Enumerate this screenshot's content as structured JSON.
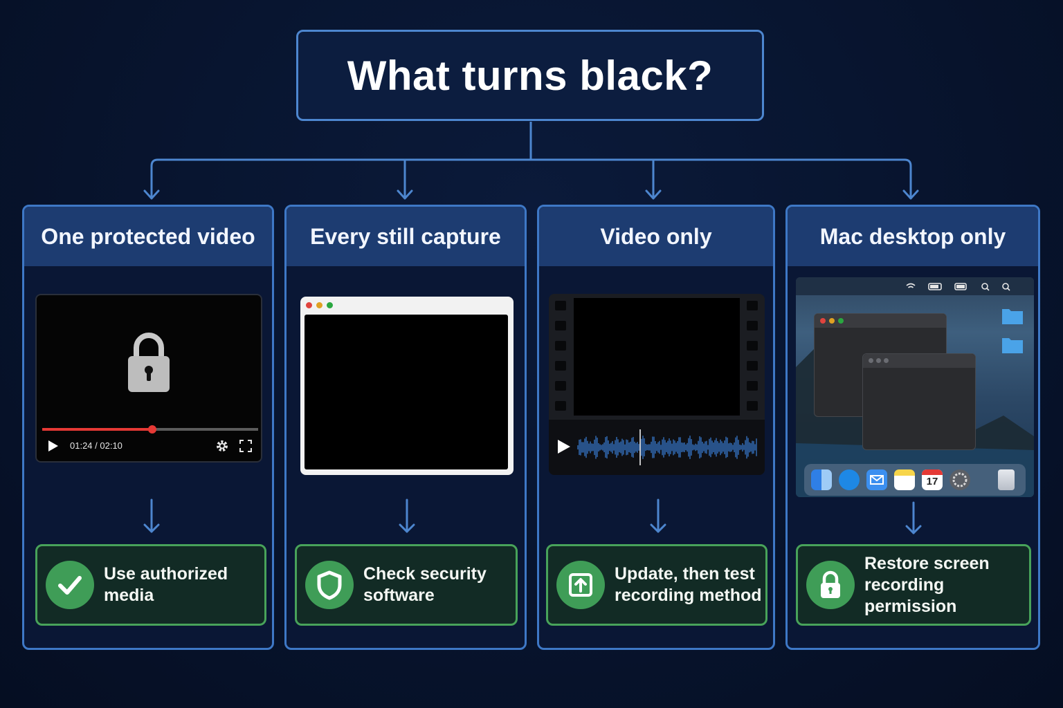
{
  "title": "What turns black?",
  "colors": {
    "background": "#081530",
    "box_border": "#4d86cf",
    "column_header": "#1d3c71",
    "action_border": "#48a35a",
    "action_badge": "#3f9d57",
    "progress_red": "#e53935"
  },
  "columns": [
    {
      "heading": "One protected video",
      "illustration": "video-player",
      "lock_icon": "padlock-icon",
      "player": {
        "time": "01:24 / 02:10",
        "progress": 0.51
      },
      "action": {
        "icon": "checkmark-icon",
        "text_lines": [
          "Use authorized media"
        ]
      }
    },
    {
      "heading": "Every still capture",
      "illustration": "browser-window",
      "action": {
        "icon": "shield-icon",
        "text_lines": [
          "Check security",
          "software"
        ]
      }
    },
    {
      "heading": "Video only",
      "illustration": "filmstrip-with-audio-waveform",
      "action": {
        "icon": "upload-arrow-icon",
        "text_lines": [
          "Update, then test",
          "recording method"
        ]
      }
    },
    {
      "heading": "Mac desktop only",
      "illustration": "mac-desktop",
      "calendar_day": "17",
      "action": {
        "icon": "lock-icon",
        "text_lines": [
          "Restore screen",
          "recording permission"
        ]
      }
    }
  ]
}
